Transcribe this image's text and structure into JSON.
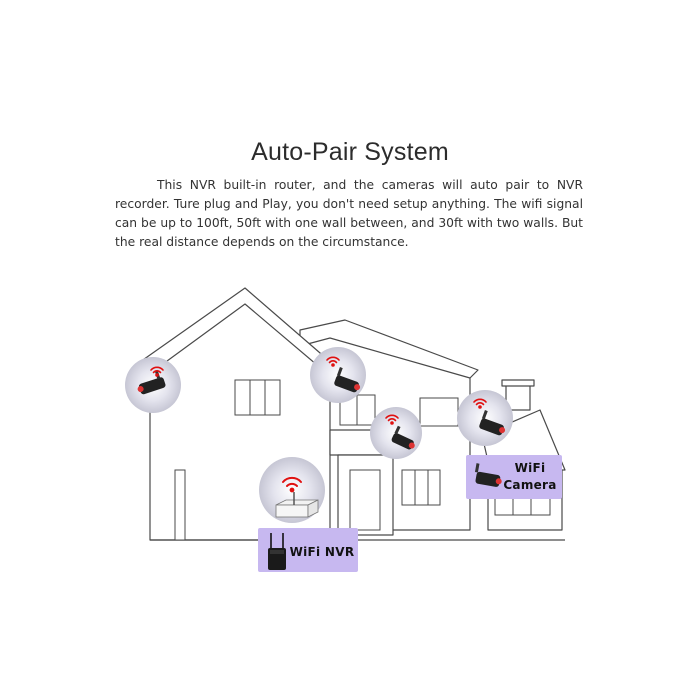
{
  "title": "Auto-Pair System",
  "description": "This NVR built-in router, and the cameras will auto pair to NVR recorder. Ture plug and Play, you don't need setup anything. The wifi signal can be up to 100ft, 50ft with one wall between, and 30ft with two walls. But the real distance depends on the circumstance.",
  "labels": {
    "nvr": "WiFi NVR",
    "camera_line1": "WiFi",
    "camera_line2": "Camera"
  },
  "colors": {
    "label_bg": "#c7b8f0",
    "signal": "#e01010",
    "halo": "#c9c9d6",
    "outline": "#4a4a4a"
  },
  "icons": [
    "wifi-signal-icon",
    "security-camera-icon",
    "nvr-recorder-icon",
    "antenna-icon"
  ]
}
